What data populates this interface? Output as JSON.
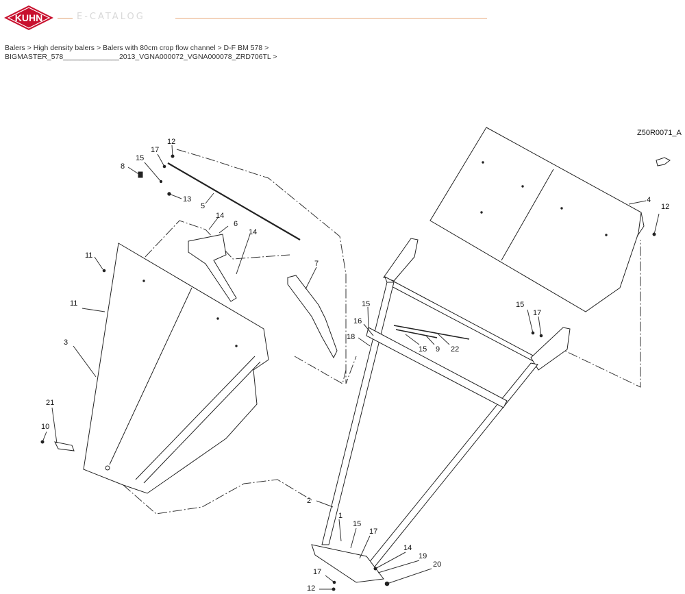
{
  "header": {
    "brand": "KUHN",
    "subtitle": "E-CATALOG",
    "colors": {
      "brand_red": "#c8102e",
      "accent_line": "#e8a878"
    }
  },
  "breadcrumb": {
    "items": [
      "Balers",
      "High density balers",
      "Balers with 80cm crop flow channel",
      "D-F BM 578",
      "BIGMASTER_578______________2013_VGNA000072_VGNA000078_ZRD706TL"
    ],
    "separator": " > "
  },
  "diagram": {
    "reference": "Z50R0071_A",
    "callouts": {
      "c12a": "12",
      "c17a": "17",
      "c15a": "15",
      "c8": "8",
      "c13": "13",
      "c5": "5",
      "c14a": "14",
      "c6": "6",
      "c14b": "14",
      "c11a": "11",
      "c11b": "11",
      "c3": "3",
      "c7": "7",
      "c4": "4",
      "c12b": "12",
      "c15b": "15",
      "c17b": "17",
      "c15c": "15",
      "c16": "16",
      "c18": "18",
      "c15d": "15",
      "c9": "9",
      "c22": "22",
      "c21": "21",
      "c10": "10",
      "c2": "2",
      "c1": "1",
      "c15e": "15",
      "c17c": "17",
      "c14c": "14",
      "c19": "19",
      "c20": "20",
      "c17d": "17",
      "c12c": "12"
    }
  }
}
